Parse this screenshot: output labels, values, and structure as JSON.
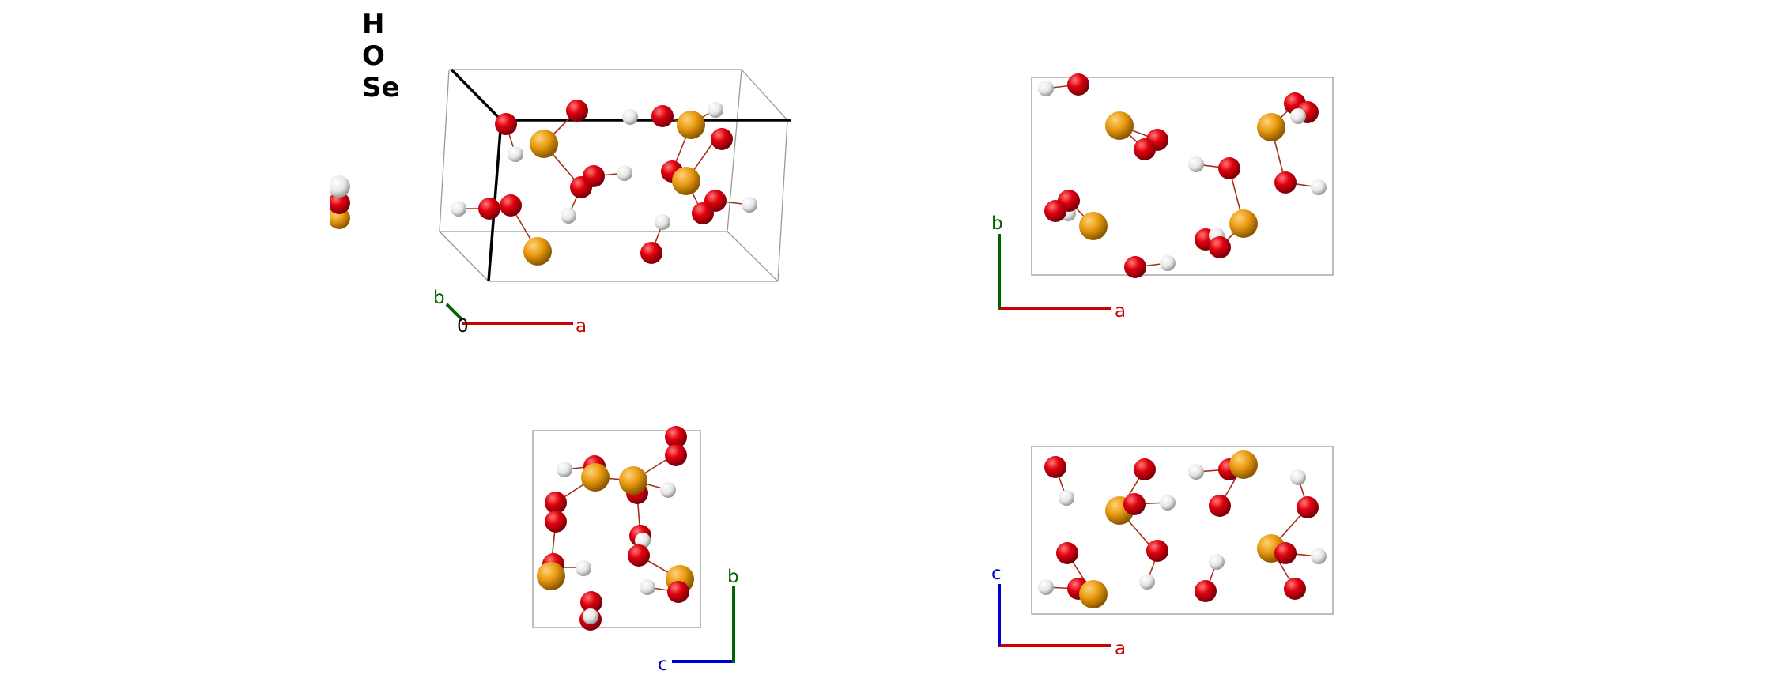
{
  "legend": {
    "elements": [
      {
        "symbol": "H",
        "color": "#e8e8e8"
      },
      {
        "symbol": "O",
        "color": "#e0000e"
      },
      {
        "symbol": "Se",
        "color": "#e89a10"
      }
    ]
  },
  "colors": {
    "hydrogen": "#e8e8e8",
    "oxygen": "#e0000e",
    "selenium": "#e89a10",
    "axis_a": "#cc0000",
    "axis_b": "#006400",
    "axis_c": "#0000cc",
    "cell_edge": "#9a9a9a",
    "bond": "#a0301a"
  },
  "views": {
    "perspective": {
      "axes": {
        "origin": "0",
        "a": "a",
        "b": "b"
      }
    },
    "c_axis": {
      "axes": {
        "a": "a",
        "b": "b"
      }
    },
    "a_axis": {
      "axes": {
        "b": "b",
        "c": "c"
      }
    },
    "b_axis": {
      "axes": {
        "a": "a",
        "c": "c"
      }
    }
  }
}
